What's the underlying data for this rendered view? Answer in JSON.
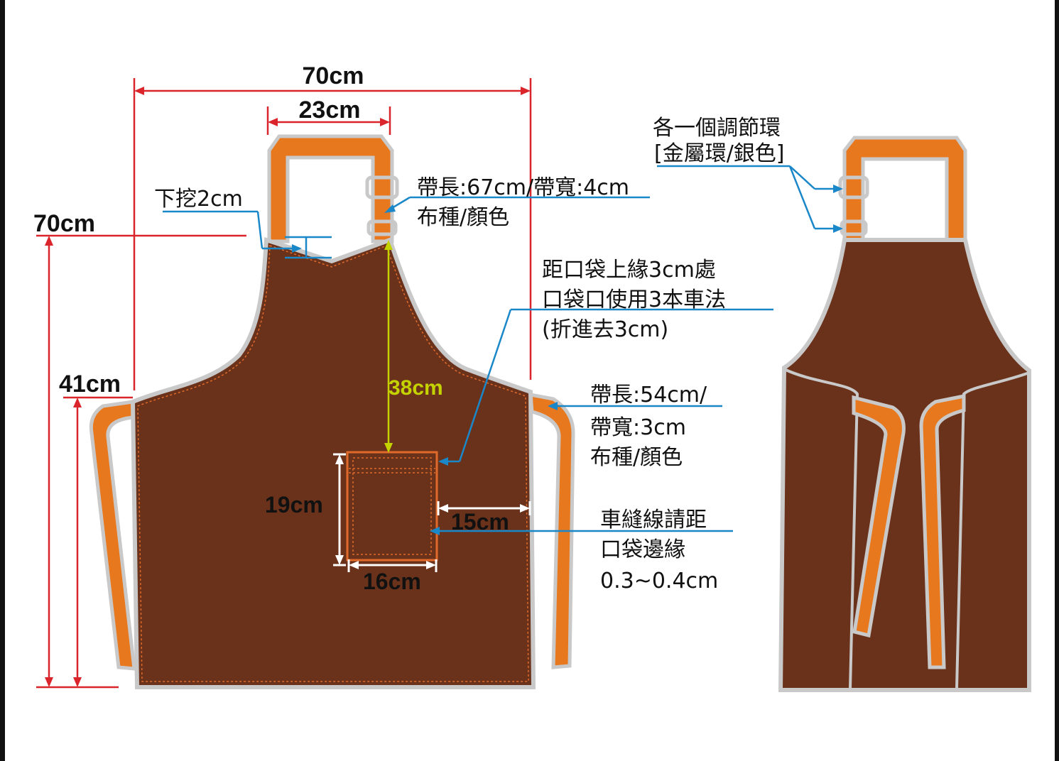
{
  "colors": {
    "apron": "#6b321b",
    "strap": "#e8781e",
    "strap_edge": "#c9c9c9",
    "stitch": "#e06a2a",
    "dimension_red": "#d9252b",
    "leader_blue": "#1a87c9",
    "dimension_green": "#c4d200",
    "frame": "#111111"
  },
  "dimensions": {
    "total_width": "70cm",
    "neck_strap_width": "23cm",
    "total_height": "70cm",
    "lower_height": "41cm",
    "neck_cut": "下挖2cm",
    "neck_to_pocket": "38cm",
    "pocket_height": "19cm",
    "pocket_width": "16cm",
    "pocket_to_side": "15cm"
  },
  "notes": {
    "neck_strap": [
      "帶長:67cm/帶寬:4cm",
      "布種/顏色"
    ],
    "pocket_top": [
      "距口袋上緣3cm處",
      "口袋口使用3本車法",
      "(折進去3cm)"
    ],
    "waist_strap": [
      "帶長:54cm/",
      "帶寬:3cm",
      "布種/顏色"
    ],
    "pocket_seam": [
      "車縫線請距",
      "口袋邊緣",
      "0.3~0.4cm"
    ],
    "ring": [
      "各一個調節環",
      "[金屬環/銀色]"
    ]
  }
}
